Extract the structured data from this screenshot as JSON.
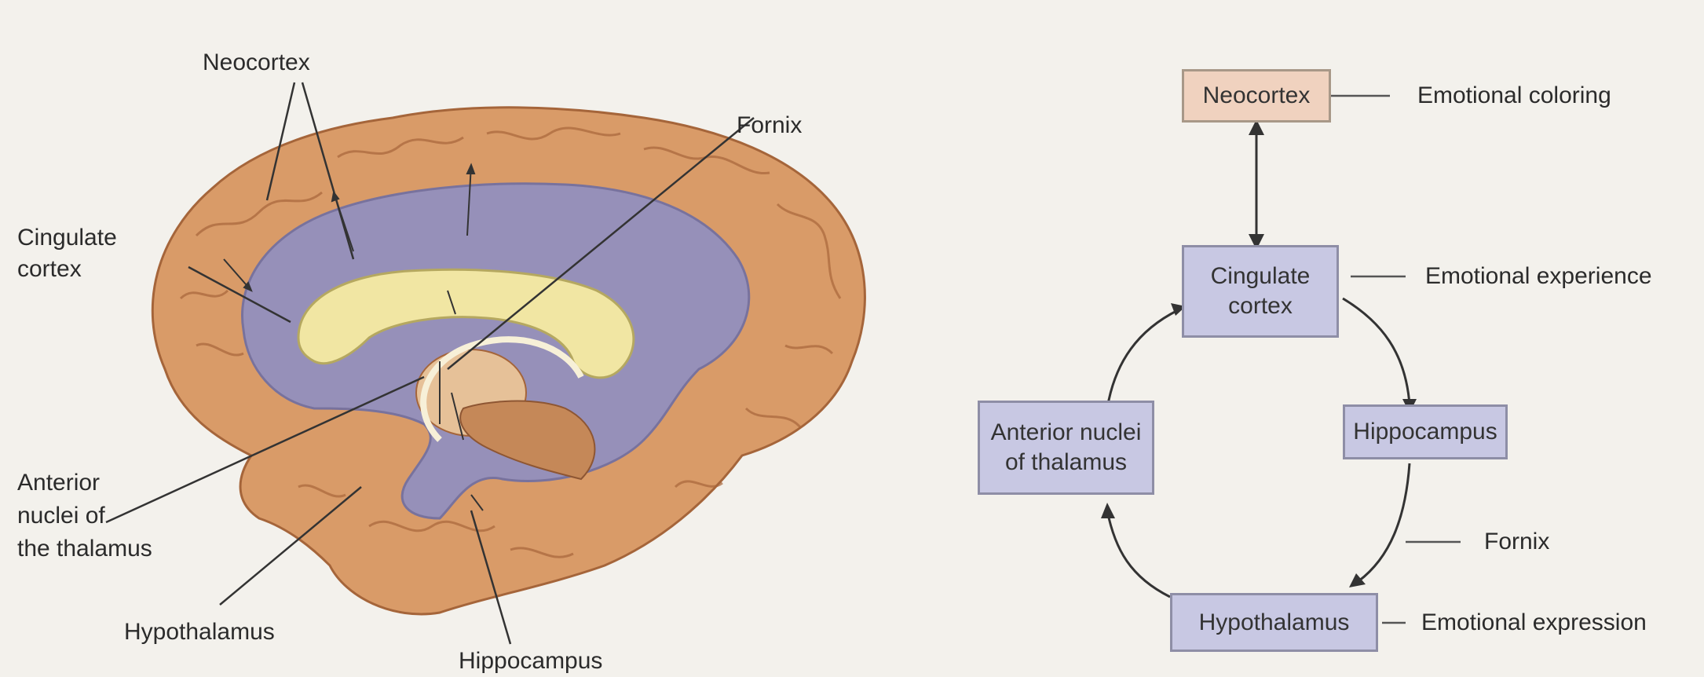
{
  "brain_labels": {
    "neocortex": "Neocortex",
    "fornix": "Fornix",
    "cingulate": "Cingulate\ncortex",
    "anterior": "Anterior\nnuclei of\nthe thalamus",
    "hypothalamus": "Hypothalamus",
    "hippocampus": "Hippocampus"
  },
  "flow": {
    "nodes": {
      "neocortex": "Neocortex",
      "cingulate": "Cingulate\ncortex",
      "hippocampus": "Hippocampus",
      "hypothalamus": "Hypothalamus",
      "anterior": "Anterior nuclei\nof thalamus"
    },
    "annotations": {
      "neocortex": "Emotional coloring",
      "cingulate": "Emotional experience",
      "fornix": "Fornix",
      "hypothalamus": "Emotional expression"
    }
  }
}
